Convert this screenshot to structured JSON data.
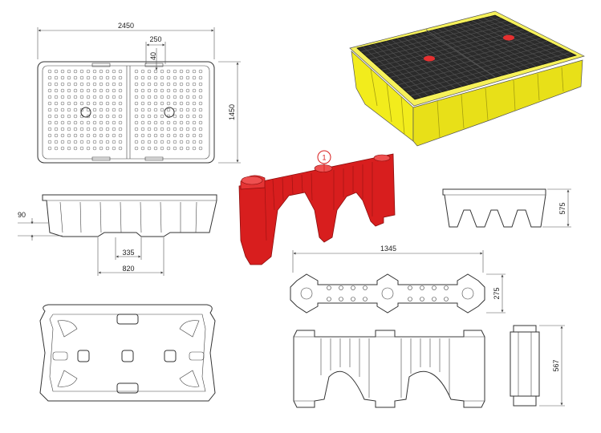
{
  "dimensions": {
    "length_total": "2450",
    "top_offset": "250",
    "grid_margin": "40",
    "width_total": "1450",
    "side_height": "90",
    "foot_gap": "335",
    "foot_span": "820",
    "end_height": "575",
    "insert_length": "1345",
    "insert_width": "275",
    "insert_height": "567"
  },
  "callout": {
    "number": "1"
  },
  "colors": {
    "tray_yellow": "#f2ec1c",
    "grid_black": "#2b2b2b",
    "insert_red": "#d81e1e",
    "drain_red": "#e53030",
    "line": "#333333"
  }
}
